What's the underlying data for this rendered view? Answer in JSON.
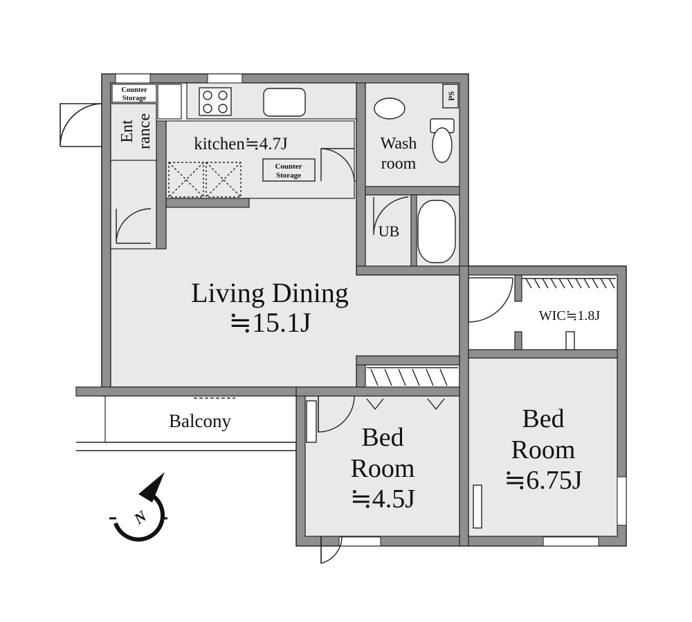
{
  "rooms": {
    "entrance": {
      "line1": "Ent",
      "line2": "rance"
    },
    "counter_storage_top": {
      "line1": "Counter",
      "line2": "Storage"
    },
    "kitchen": {
      "label": "kitchen≒4.7J"
    },
    "counter_storage_kitchen": {
      "line1": "Counter",
      "line2": "Storage"
    },
    "wash_room": {
      "line1": "Wash",
      "line2": "room"
    },
    "ps": {
      "label": "PS"
    },
    "ub": {
      "label": "UB"
    },
    "living_dining": {
      "line1": "Living Dining",
      "line2": "≒15.1J"
    },
    "wic": {
      "label": "WIC≒1.8J"
    },
    "bed_small": {
      "line1": "Bed",
      "line2": "Room",
      "line3": "≒4.5J"
    },
    "bed_large": {
      "line1": "Bed",
      "line2": "Room",
      "line3": "≒6.75J"
    },
    "balcony": {
      "label": "Balcony"
    }
  },
  "compass": {
    "label": "N"
  },
  "colors": {
    "wall": "#8f8f8f",
    "floor": "#e9e9e9",
    "line": "#222222"
  }
}
